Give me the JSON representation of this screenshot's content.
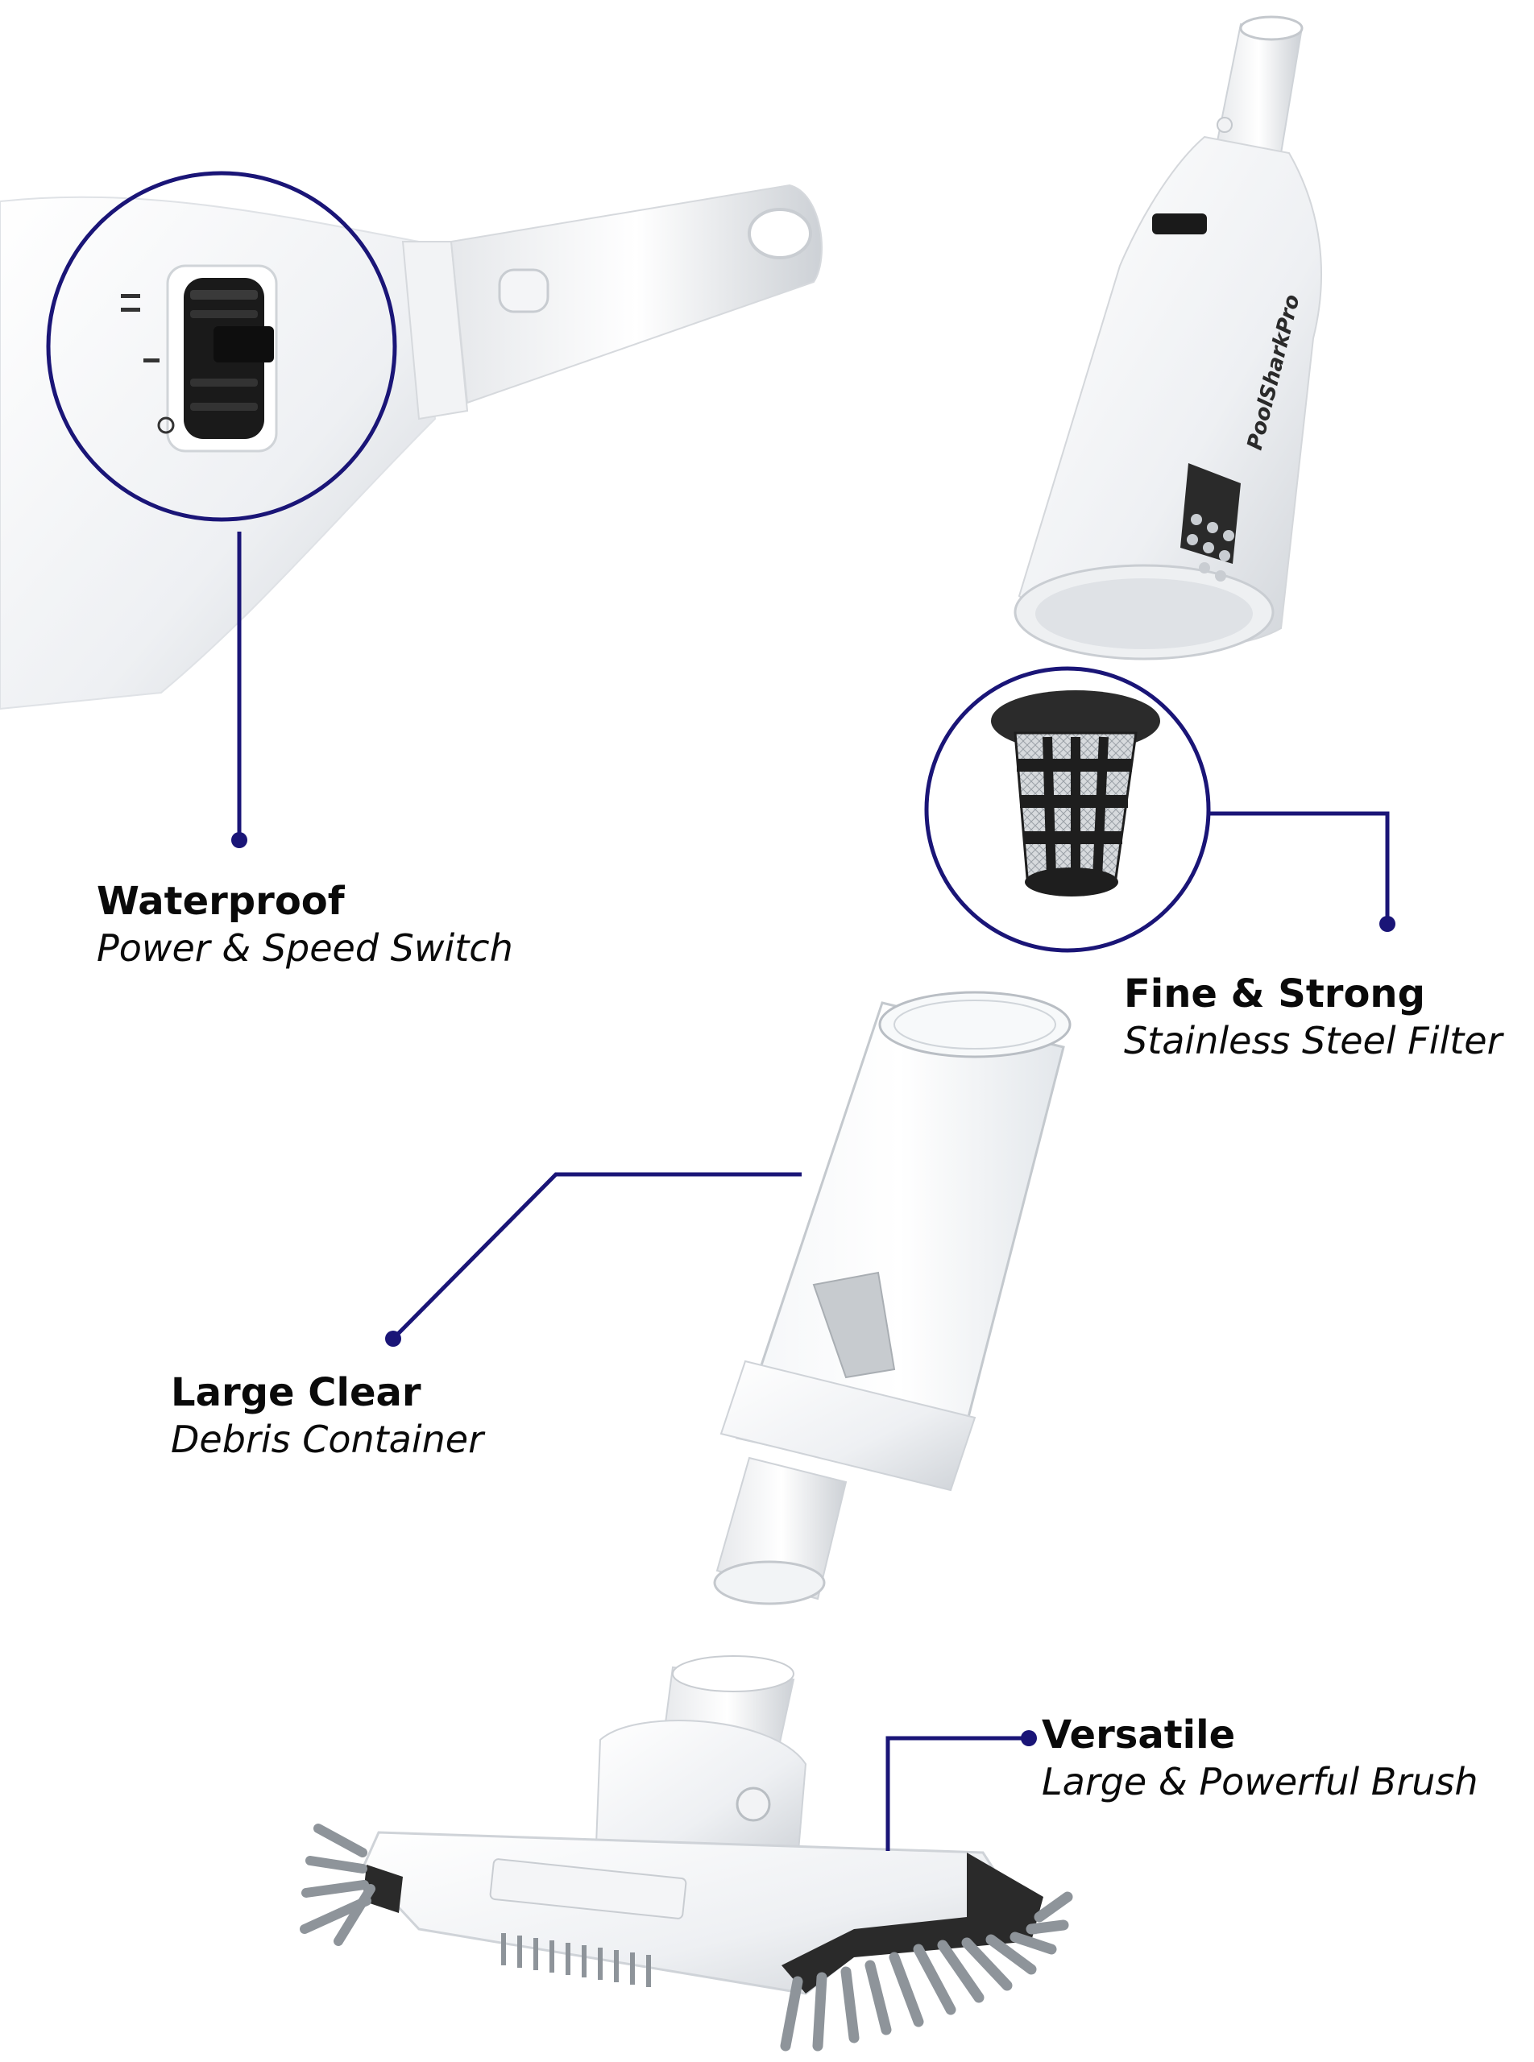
{
  "brand": {
    "name": "PoolSharkPro",
    "accent_color": "#1a1577"
  },
  "callouts": [
    {
      "title": "Waterproof",
      "subtitle": "Power & Speed Switch"
    },
    {
      "title": "Fine & Strong",
      "subtitle": "Stainless Steel Filter"
    },
    {
      "title": "Large Clear",
      "subtitle": "Debris Container"
    },
    {
      "title": "Versatile",
      "subtitle": "Large & Powerful Brush"
    }
  ],
  "icons": {
    "switch": "power-speed-switch-icon",
    "filter": "stainless-filter-icon",
    "container": "debris-container-icon",
    "brush": "pool-brush-icon"
  }
}
